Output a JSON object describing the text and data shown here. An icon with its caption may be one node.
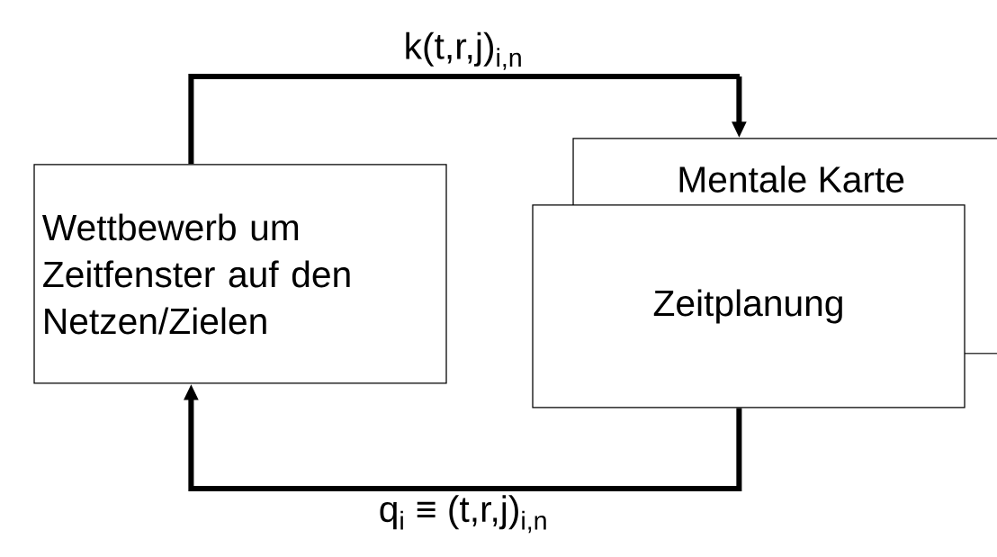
{
  "diagram": {
    "nodes": [
      {
        "text": [
          "Wettbewerb um Zeitfenster auf den Netzen/Zielen"
        ]
      },
      {
        "text": [
          "Mentale Karte"
        ]
      },
      {
        "text": [
          "Zeitplanung"
        ]
      }
    ],
    "edges": [
      {
        "from": 0,
        "to": 1,
        "arrow": "to",
        "label": "k(t,r,j)$_{i,n}$"
      },
      {
        "from": 2,
        "to": 0,
        "arrow": "to",
        "label": "q$_{i}$ ≡ (t,r,j)$_{i,n}$"
      }
    ]
  }
}
